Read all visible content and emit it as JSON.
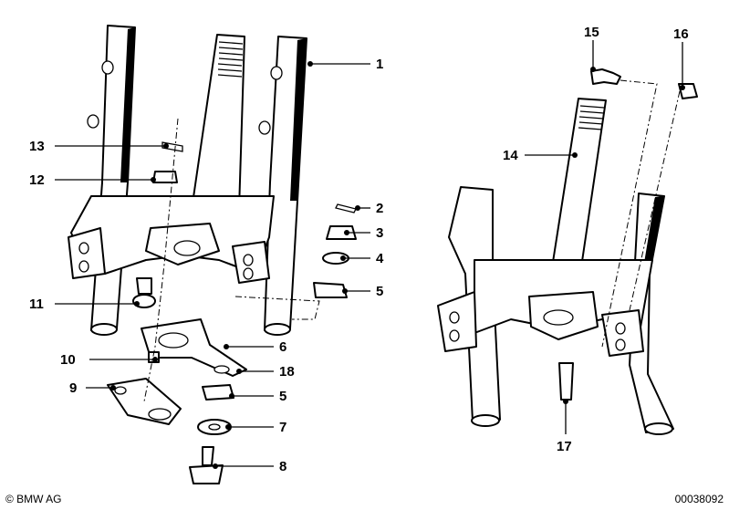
{
  "callouts": [
    {
      "id": "1",
      "label": "1"
    },
    {
      "id": "2",
      "label": "2"
    },
    {
      "id": "3",
      "label": "3"
    },
    {
      "id": "4",
      "label": "4"
    },
    {
      "id": "5a",
      "label": "5"
    },
    {
      "id": "5b",
      "label": "5"
    },
    {
      "id": "6",
      "label": "6"
    },
    {
      "id": "7",
      "label": "7"
    },
    {
      "id": "8",
      "label": "8"
    },
    {
      "id": "9",
      "label": "9"
    },
    {
      "id": "10",
      "label": "10"
    },
    {
      "id": "11",
      "label": "11"
    },
    {
      "id": "12",
      "label": "12"
    },
    {
      "id": "13",
      "label": "13"
    },
    {
      "id": "14",
      "label": "14"
    },
    {
      "id": "15",
      "label": "15"
    },
    {
      "id": "16",
      "label": "16"
    },
    {
      "id": "17",
      "label": "17"
    },
    {
      "id": "18",
      "label": "18"
    }
  ],
  "footer": {
    "copyright": "© BMW AG",
    "doc_number": "00038092"
  }
}
